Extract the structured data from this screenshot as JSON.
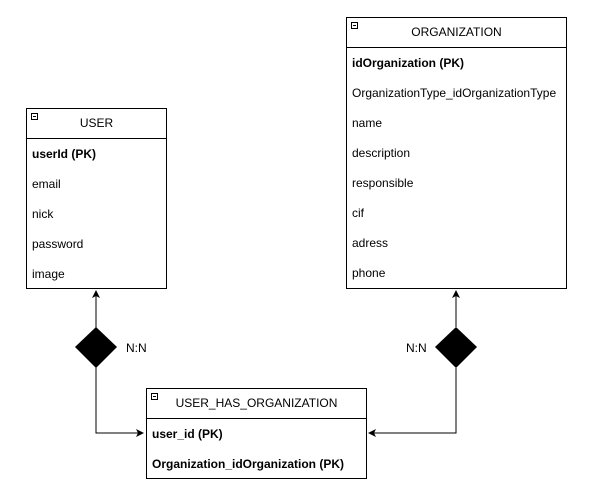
{
  "entities": {
    "user": {
      "title": "USER",
      "attributes": [
        "userId (PK)",
        "email",
        "nick",
        "password",
        "image"
      ]
    },
    "organization": {
      "title": "ORGANIZATION",
      "attributes": [
        "idOrganization (PK)",
        "OrganizationType_idOrganizationType",
        "name",
        "description",
        "responsible",
        "cif",
        "adress",
        "phone"
      ]
    },
    "user_has_organization": {
      "title": "USER_HAS_ORGANIZATION",
      "attributes": [
        "user_id (PK)",
        "Organization_idOrganization (PK)"
      ]
    }
  },
  "relationships": {
    "user_link": {
      "label": "N:N"
    },
    "organization_link": {
      "label": "N:N"
    }
  },
  "colors": {
    "line": "#000000",
    "background": "#ffffff"
  }
}
